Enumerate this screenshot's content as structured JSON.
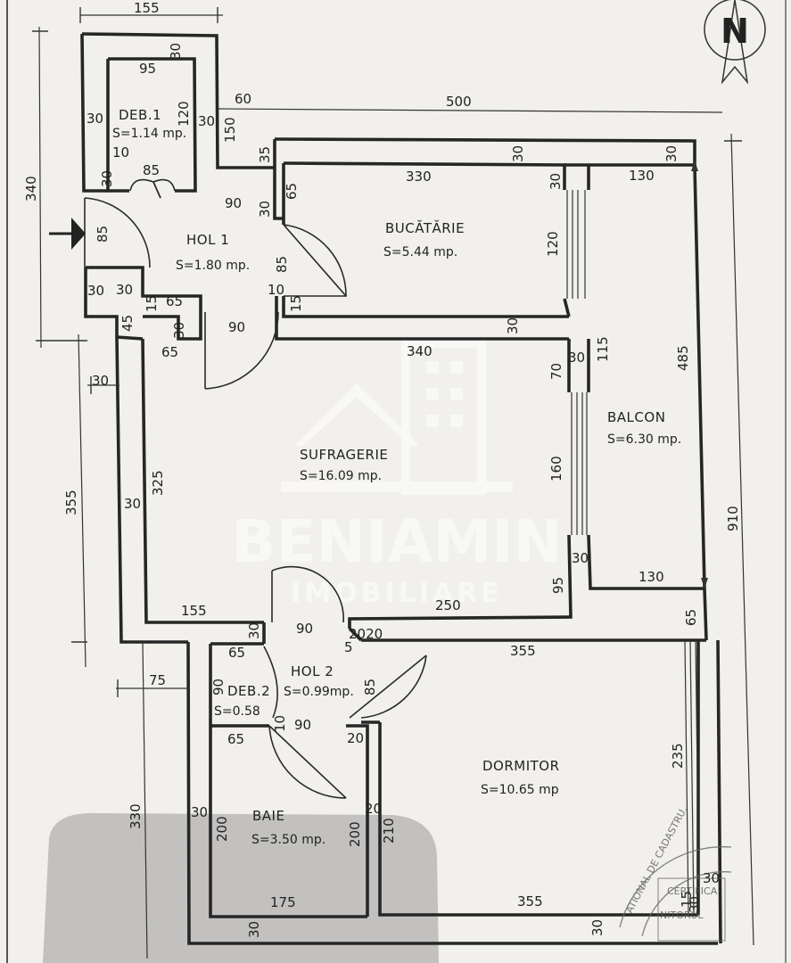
{
  "watermark": {
    "brand": "BENIAMIN",
    "sub": "IMOBILIARE"
  },
  "north_label": "N",
  "stamp": {
    "arc_text": "ATIONAL DE CADASTRU,",
    "lines": [
      "CERTIFICA",
      "NITORUL"
    ]
  },
  "rooms": [
    {
      "name": "DEB.1",
      "area": "S=1.14 mp."
    },
    {
      "name": "HOL 1",
      "area": "S=1.80 mp."
    },
    {
      "name": "BUCĂTĂRIE",
      "area": "S=5.44 mp."
    },
    {
      "name": "SUFRAGERIE",
      "area": "S=16.09 mp."
    },
    {
      "name": "BALCON",
      "area": "S=6.30 mp."
    },
    {
      "name": "HOL 2",
      "area": "S=0.99mp."
    },
    {
      "name": "DEB.2",
      "area": "S=0.58"
    },
    {
      "name": "DORMITOR",
      "area": "S=10.65 mp"
    },
    {
      "name": "BAIE",
      "area": "S=3.50 mp."
    }
  ],
  "dimensions": [
    "155",
    "30",
    "95",
    "30",
    "120",
    "30",
    "150",
    "60",
    "500",
    "10",
    "85",
    "30",
    "35",
    "30",
    "340",
    "30",
    "330",
    "30",
    "130",
    "90",
    "65",
    "30",
    "120",
    "85",
    "85",
    "30",
    "30",
    "15",
    "65",
    "10",
    "15",
    "45",
    "30",
    "90",
    "30",
    "65",
    "340",
    "70",
    "30",
    "115",
    "485",
    "30",
    "325",
    "355",
    "160",
    "30",
    "30",
    "130",
    "95",
    "155",
    "250",
    "90",
    "30",
    "2020",
    "5",
    "355",
    "65",
    "65",
    "75",
    "90",
    "85",
    "20",
    "10",
    "90",
    "65",
    "20",
    "235",
    "910",
    "330",
    "30",
    "200",
    "200",
    "210",
    "20",
    "175",
    "355",
    "30",
    "30",
    "30",
    "15",
    "30"
  ]
}
